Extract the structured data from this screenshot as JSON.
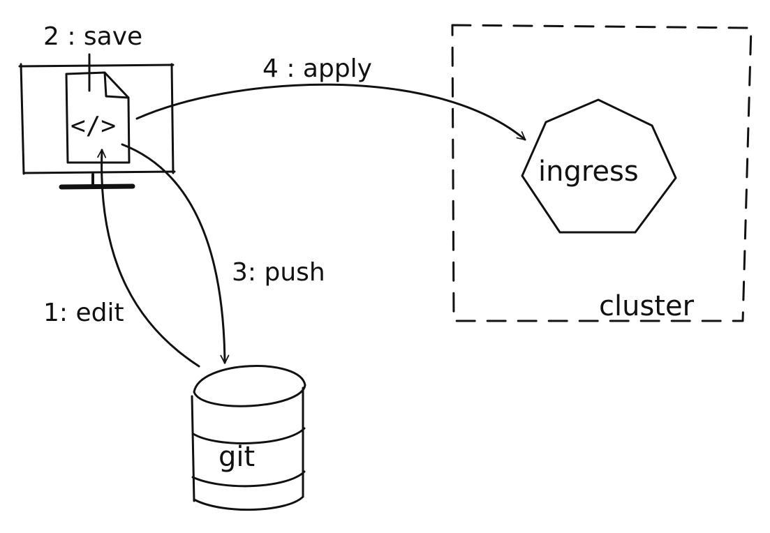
{
  "labels": {
    "save": "2 : save",
    "apply": "4 : apply",
    "push": "3: push",
    "edit": "1: edit",
    "ingress": "ingress",
    "cluster": "cluster",
    "git": "git",
    "code_glyph": "</>"
  },
  "colors": {
    "ink": "#111111",
    "background": "#ffffff"
  }
}
